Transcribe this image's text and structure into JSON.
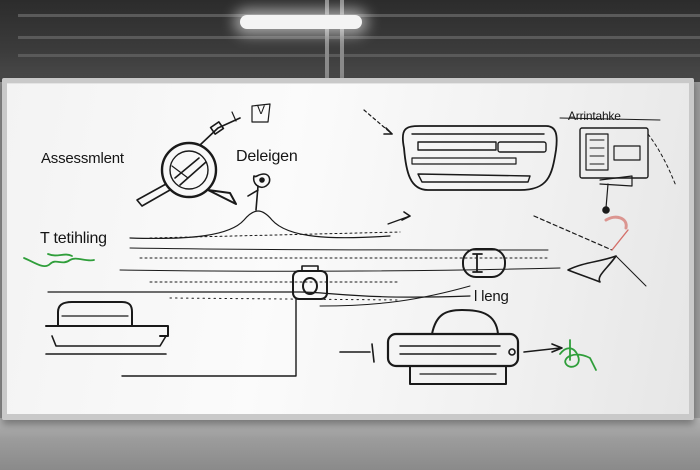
{
  "board": {
    "labels": {
      "assessment": "Assessmlent",
      "design": "Deleigen",
      "testing": "T tetihling",
      "long": "l leng",
      "corner": "Arrintahke",
      "small": "V"
    }
  },
  "colors": {
    "marker": "#1a1a1a",
    "green_marker": "#2f9e3a",
    "red_marker": "#d4706a",
    "board": "#f6f6f6",
    "frame": "#c9c9c9"
  },
  "icons": [
    "magnifier-icon",
    "gear-icon",
    "device-icon",
    "tray-icon",
    "flow-arrow-icon"
  ]
}
